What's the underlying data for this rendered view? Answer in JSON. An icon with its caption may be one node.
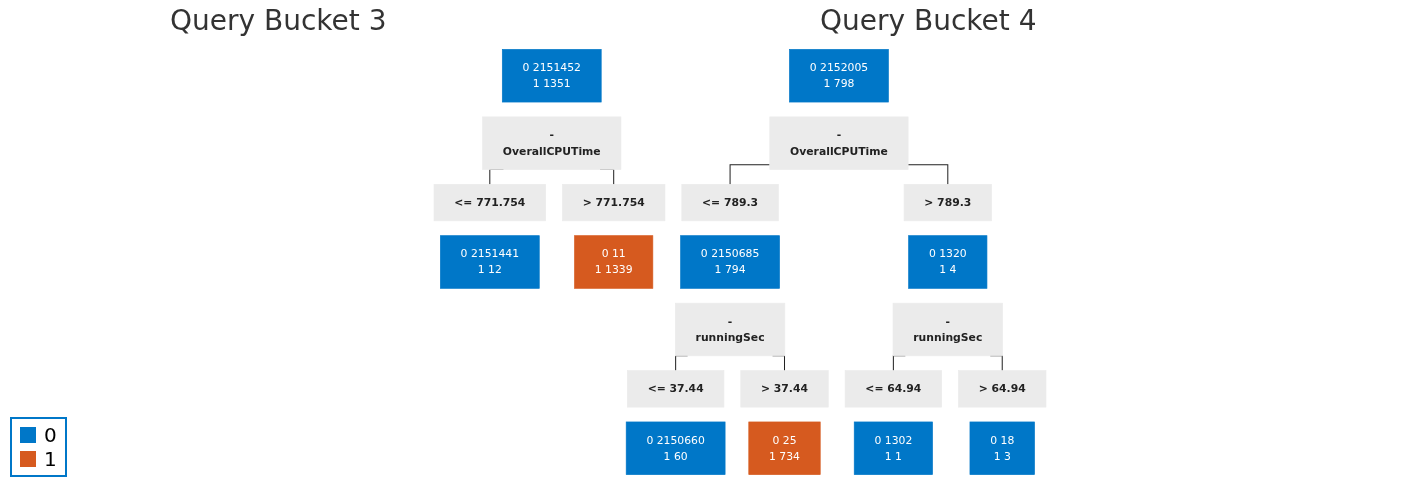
{
  "diagram": {
    "nodes": [
      {
        "text": [
          "0 2151452",
          "1 1351"
        ]
      },
      {
        "text": [
          "-",
          "OverallCPUTime"
        ]
      },
      {
        "text": [
          "<= 771.754"
        ]
      },
      {
        "text": [
          "0 2151441",
          "1 12"
        ]
      },
      {
        "text": [
          "> 771.754"
        ]
      },
      {
        "text": [
          "0 11",
          "1 1339"
        ]
      },
      {
        "text": [
          "0 2152005",
          "1 798"
        ]
      },
      {
        "text": [
          "-",
          "OverallCPUTime"
        ]
      },
      {
        "text": [
          "<= 789.3"
        ]
      },
      {
        "text": [
          "0 2150685",
          "1 794"
        ]
      },
      {
        "text": [
          "-",
          "runningSec"
        ]
      },
      {
        "text": [
          "> 789.3"
        ]
      },
      {
        "text": [
          "0 1320",
          "1 4"
        ]
      },
      {
        "text": [
          "-",
          "runningSec"
        ]
      },
      {
        "text": [
          "<= 37.44"
        ]
      },
      {
        "text": [
          "0 2150660",
          "1 60"
        ]
      },
      {
        "text": [
          "> 37.44"
        ]
      },
      {
        "text": [
          "0 25",
          "1 734"
        ]
      },
      {
        "text": [
          "<= 64.94"
        ]
      },
      {
        "text": [
          "0 1302",
          "1 1"
        ]
      },
      {
        "text": [
          "> 64.94"
        ]
      },
      {
        "text": [
          "0 18",
          "1 3"
        ]
      }
    ],
    "edges": [
      {
        "from": 1,
        "to": 2,
        "arrow": "none"
      },
      {
        "from": 1,
        "to": 4,
        "arrow": "none"
      },
      {
        "from": 7,
        "to": 8,
        "arrow": "none"
      },
      {
        "from": 7,
        "to": 11,
        "arrow": "none"
      },
      {
        "from": 10,
        "to": 14,
        "arrow": "none"
      },
      {
        "from": 10,
        "to": 16,
        "arrow": "none"
      },
      {
        "from": 13,
        "to": 18,
        "arrow": "none"
      },
      {
        "from": 13,
        "to": 20,
        "arrow": "none"
      }
    ],
    "labels": [
      "Query Bucket 3",
      "Query Bucket 4"
    ],
    "legend": [
      {
        "text": "0",
        "color": "#0077c8"
      },
      {
        "text": "1",
        "color": "#d65a1f"
      }
    ]
  }
}
